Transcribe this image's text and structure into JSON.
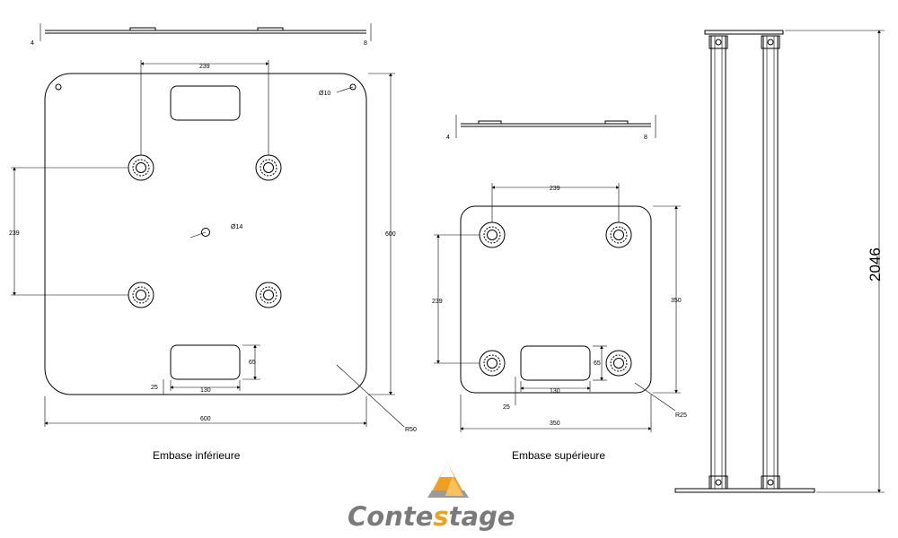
{
  "views": {
    "lower": {
      "caption": "Embase inférieure",
      "edge_dims": [
        "4",
        "8"
      ],
      "hole_spacing_x": "239",
      "hole_spacing_y": "239",
      "width": "600",
      "height": "600",
      "small_hole": "Ø10",
      "center_hole": "Ø14",
      "slot_height": "65",
      "slot_width": "130",
      "slot_offset": "25",
      "corner_radius": "R50"
    },
    "upper": {
      "caption": "Embase supérieure",
      "edge_dims": [
        "4",
        "8"
      ],
      "hole_spacing_x": "239",
      "hole_spacing_y": "239",
      "width": "350",
      "height": "350",
      "slot_height": "65",
      "slot_width": "130",
      "slot_offset": "25",
      "corner_radius": "R25"
    },
    "side": {
      "total_height": "2046"
    }
  },
  "logo": {
    "text_pre": "Conte",
    "text_accent": "s",
    "text_post": "tage",
    "color": "#7a7a7a",
    "accent_color": "#f0a020"
  }
}
